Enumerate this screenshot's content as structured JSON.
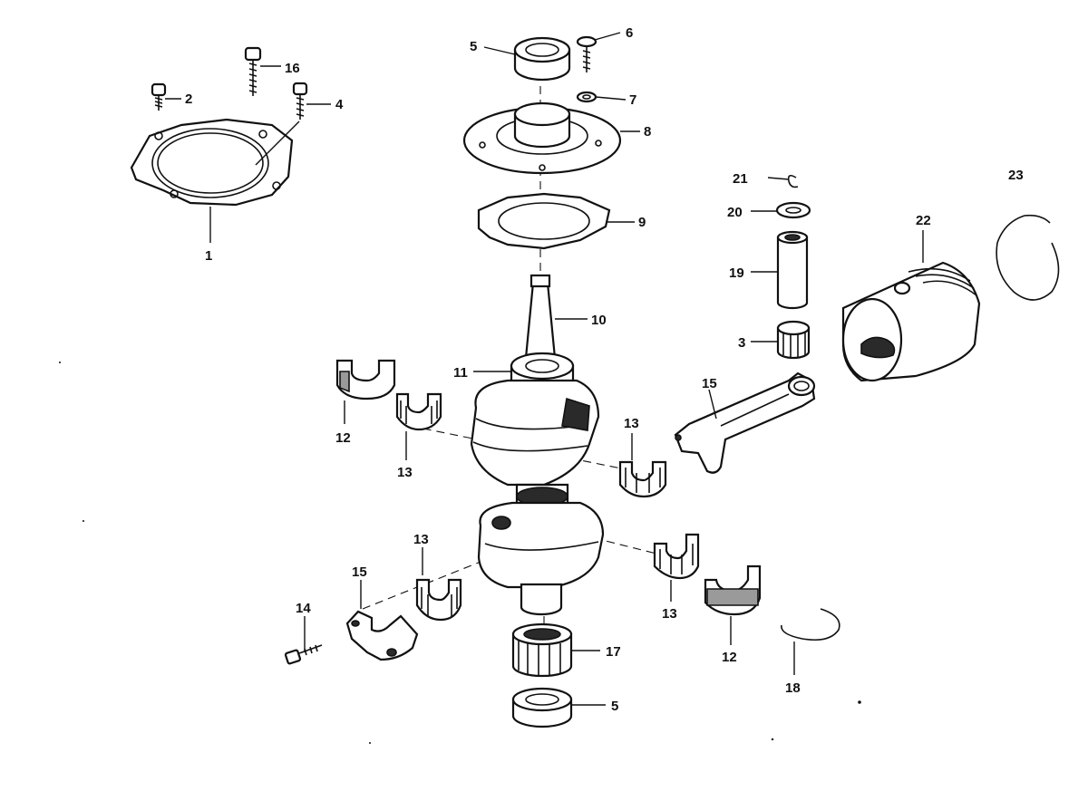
{
  "callouts": {
    "c1": "1",
    "c2": "2",
    "c3": "3",
    "c4": "4",
    "c5a": "5",
    "c5b": "5",
    "c6": "6",
    "c7": "7",
    "c8": "8",
    "c9": "9",
    "c10": "10",
    "c11": "11",
    "c12a": "12",
    "c12b": "12",
    "c13a": "13",
    "c13b": "13",
    "c13c": "13",
    "c13d": "13",
    "c14": "14",
    "c15a": "15",
    "c15b": "15",
    "c16": "16",
    "c17": "17",
    "c18": "18",
    "c19": "19",
    "c20": "20",
    "c21": "21",
    "c22": "22",
    "c23": "23"
  }
}
